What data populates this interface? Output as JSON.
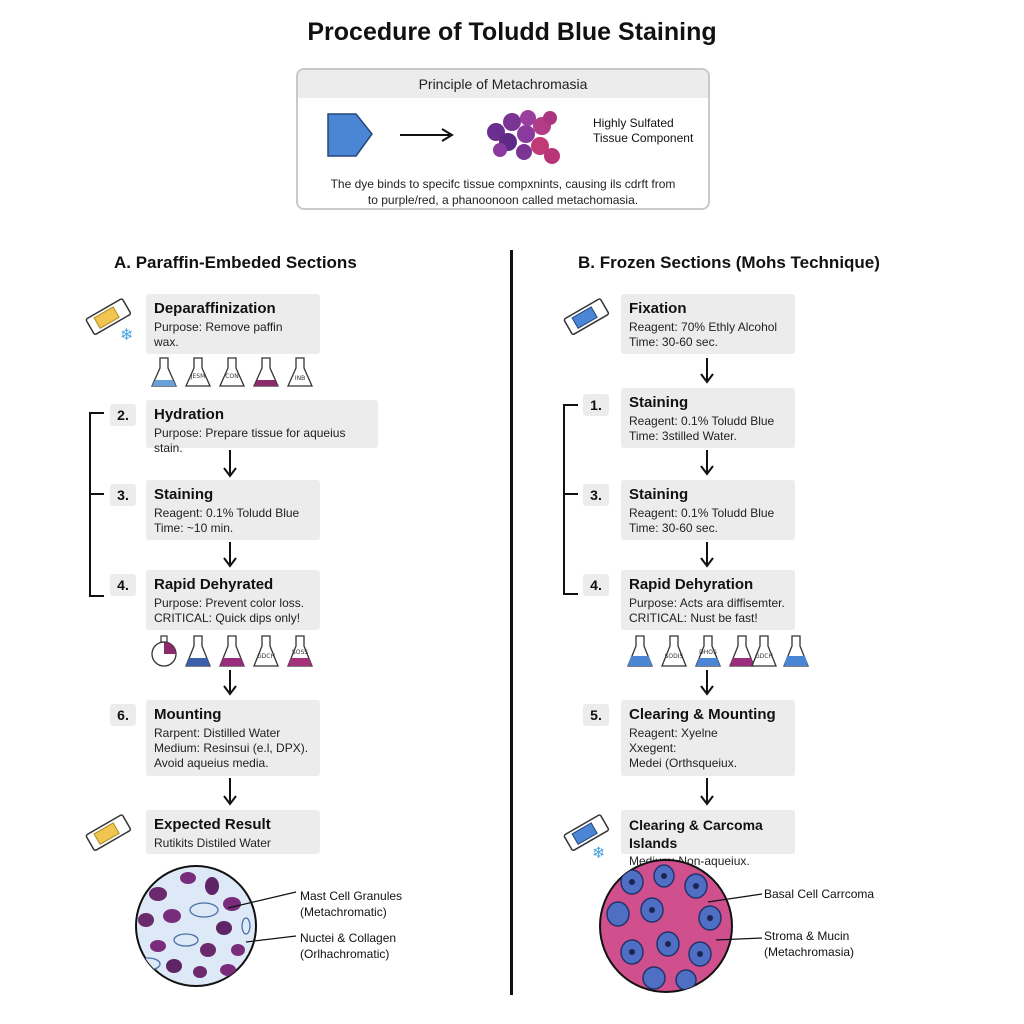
{
  "title": "Procedure of Toludd Blue Staining",
  "principle": {
    "header": "Principle of Metachromasia",
    "label_line1": "Highly Sulfated",
    "label_line2": "Tissue Component",
    "desc_line1": "The dye binds to specifc tissue compxnints, causing ils cdrft from",
    "desc_line2": "to purple/red, a phanoonoon called metachomasia."
  },
  "left": {
    "title": "A. Paraffin-Embeded Sections",
    "steps": [
      {
        "num": "",
        "title": "Deparaffinization",
        "lines": [
          "Purpose: Remove paffin",
          "wax."
        ]
      },
      {
        "num": "2.",
        "title": "Hydration",
        "lines": [
          "Purpose: Prepare tissue for aqueius stain."
        ]
      },
      {
        "num": "3.",
        "title": "Staining",
        "lines": [
          "Reagent: 0.1% Toludd Blue",
          "Time: ~10 min."
        ]
      },
      {
        "num": "4.",
        "title": "Rapid Dehyrated",
        "lines": [
          "Purpose: Prevent color loss.",
          "CRITICAL: Quick dips only!"
        ]
      },
      {
        "num": "6.",
        "title": "Mounting",
        "lines": [
          "Rarpent: Distilled Water",
          "Medium: Resinsui (e.l, DPX).",
          "Avoid aqueius media."
        ]
      },
      {
        "num": "",
        "title": "Expected Result",
        "lines": [
          "Rutikits Distiled Water"
        ]
      }
    ],
    "flask_labels_row1": [
      "JESM",
      "CON",
      "",
      "INB"
    ],
    "flask_labels_row2": [
      "",
      "",
      "",
      "GDCH",
      "SOSS"
    ],
    "result_labels": [
      {
        "line1": "Mast Cell Granules",
        "line2": "(Metachromatic)"
      },
      {
        "line1": "Nuctei & Collagen",
        "line2": "(Orlhachromatic)"
      }
    ]
  },
  "right": {
    "title": "B. Frozen Sections (Mohs Technique)",
    "steps": [
      {
        "num": "",
        "title": "Fixation",
        "lines": [
          "Reagent: 70% Ethly Alcohol",
          "Time: 30-60 sec."
        ]
      },
      {
        "num": "1.",
        "title": "Staining",
        "lines": [
          "Reagent: 0.1% Toludd Blue",
          "Time: 3stilled Water."
        ]
      },
      {
        "num": "3.",
        "title": "Staining",
        "lines": [
          "Reagent: 0.1% Toludd Blue",
          "Time: 30-60 sec."
        ]
      },
      {
        "num": "4.",
        "title": "Rapid Dehyration",
        "lines": [
          "Purpose: Acts ara diffisemter.",
          "CRITICAL: Nust be fast!"
        ]
      },
      {
        "num": "5.",
        "title": "Clearing & Mounting",
        "lines": [
          "Reagent: Xyelne",
          "Xxegent:",
          "Medei (Orthsqueiux."
        ]
      },
      {
        "num": "",
        "title": "Clearing & Carcoma Islands",
        "lines": [
          "Medium: Non-aqueiux."
        ]
      }
    ],
    "flask_labels": [
      "",
      "SODIS",
      "DHOS",
      "",
      "GDCH",
      ""
    ],
    "result_labels": [
      {
        "line1": "Basal Cell Carrcoma",
        "line2": ""
      },
      {
        "line1": "Stroma & Mucin",
        "line2": "(Metachromasia)"
      }
    ]
  },
  "colors": {
    "dye_blue": "#4a86d4",
    "metachromatic_purple": "#7a2c8e",
    "metachromatic_pink": "#c03a78",
    "step_box": "#ececec"
  }
}
